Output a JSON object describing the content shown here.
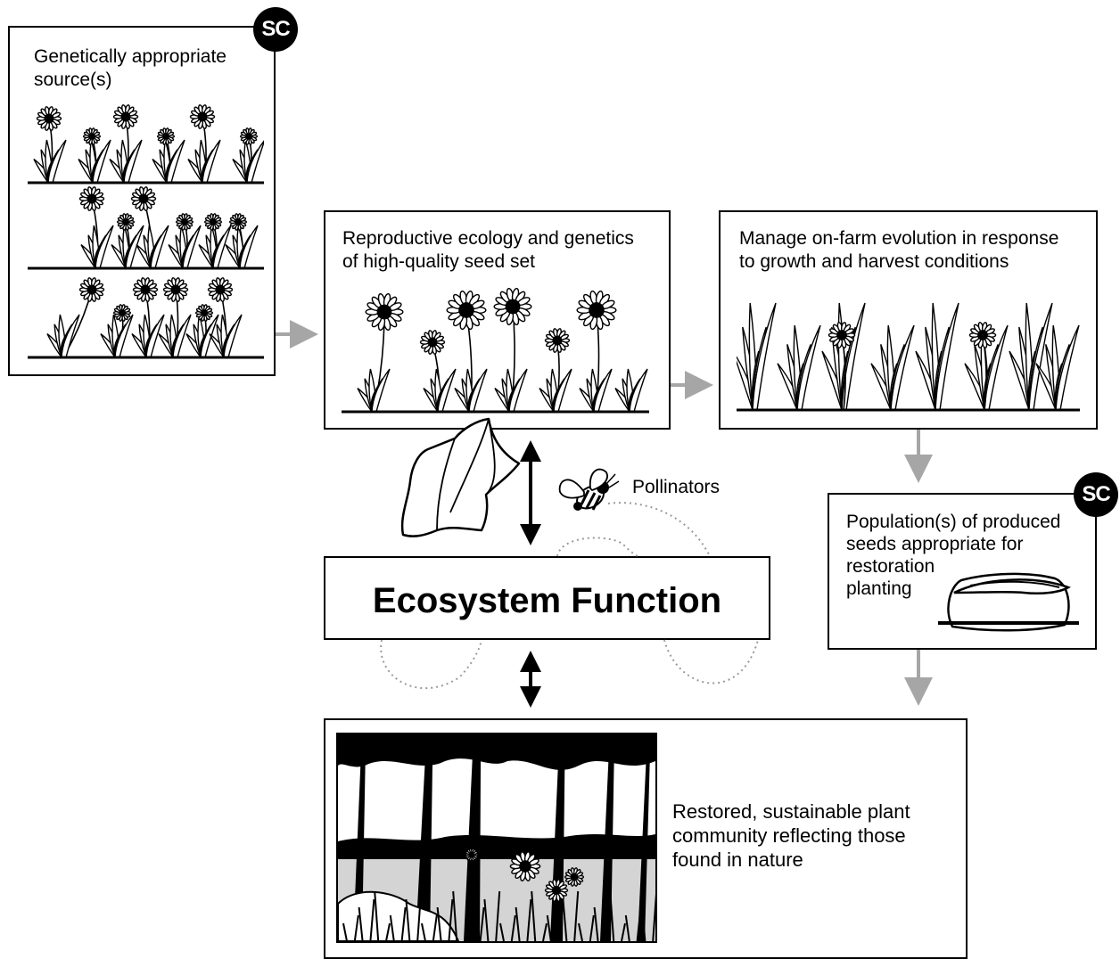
{
  "badge_text": "SC",
  "source_box": {
    "label_line1": "Genetically appropriate",
    "label_line2": "source(s)"
  },
  "repro_box": {
    "label_line1": "Reproductive ecology and genetics",
    "label_line2": "of high-quality seed set"
  },
  "manage_box": {
    "label_line1": "Manage on-farm evolution in response",
    "label_line2": "to growth and harvest conditions"
  },
  "population_box": {
    "label_line1": "Population(s) of produced",
    "label_line2": "seeds appropriate for",
    "label_line3": "restoration",
    "label_line4": "planting"
  },
  "pollinators_label": "Pollinators",
  "ecosystem_box": {
    "title": "Ecosystem Function"
  },
  "restored_box": {
    "label_line1": "Restored, sustainable plant",
    "label_line2": "community reflecting those",
    "label_line3": "found in nature"
  },
  "icons": [
    "flower-plant-icon",
    "bat-icon",
    "bee-icon",
    "seed-sack-icon",
    "forest-scene-icon"
  ],
  "colors": {
    "arrow_gray": "#a6a6a6",
    "dotted_path": "#9a9a9a",
    "ink": "#000000"
  }
}
